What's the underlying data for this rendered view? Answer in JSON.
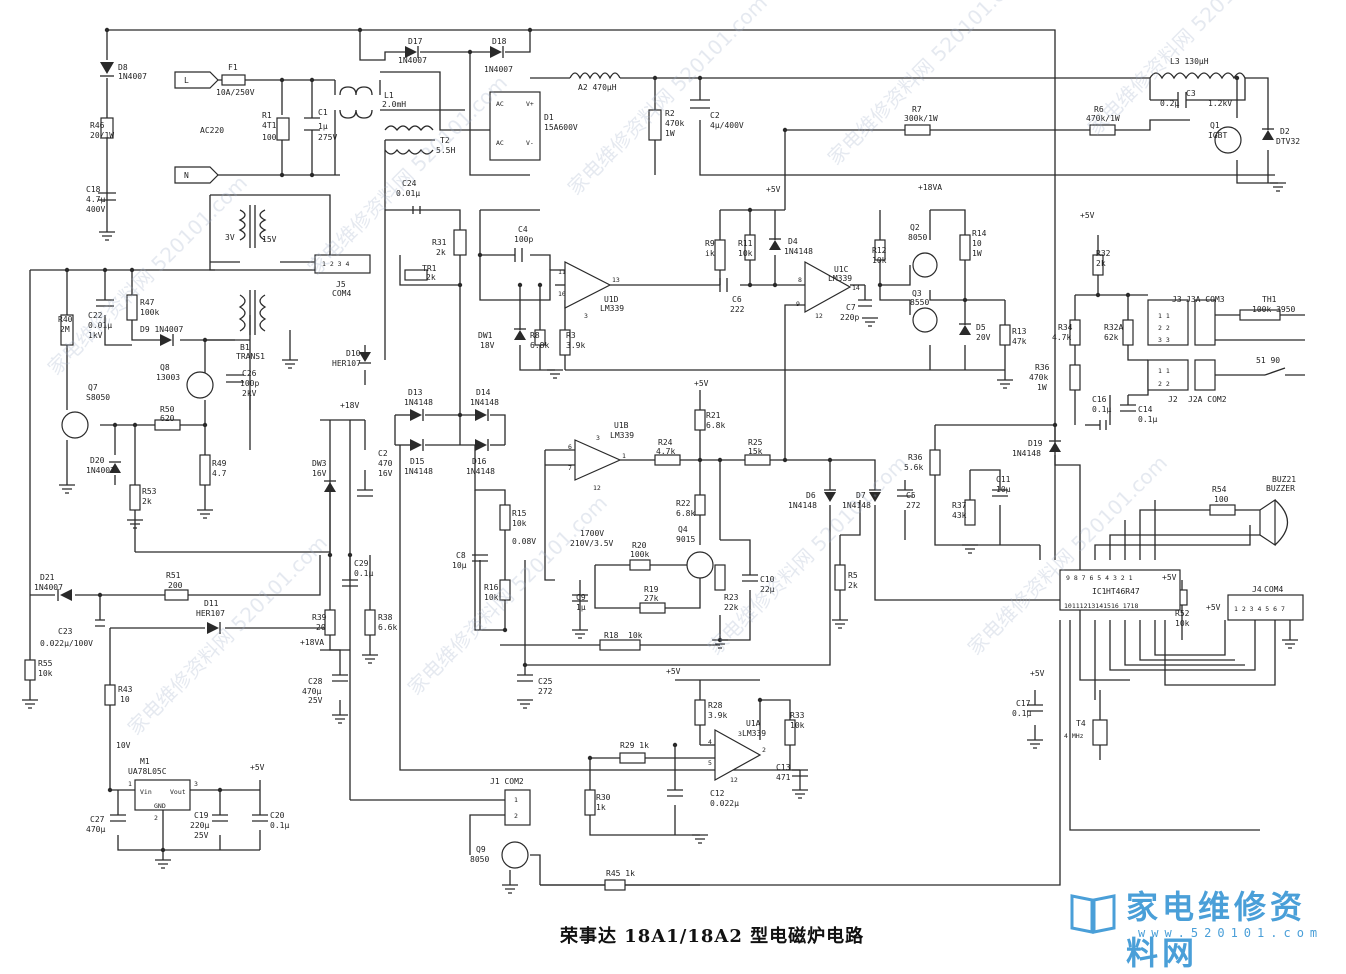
{
  "title": "荣事达 18A1/18A2 型电磁炉电路",
  "watermark": "家电维修资料网  520101.com",
  "logo": {
    "text": "家电维修资料网",
    "url": "www.520101.com"
  },
  "labels": {
    "D8": "D8",
    "D8v": "1N4007",
    "D17": "D17",
    "D17v": "1N4007",
    "D18": "D18",
    "D18v": "1N4007",
    "F1": "F1",
    "F1v": "10A/250V",
    "L": "L",
    "N": "N",
    "AC220": "AC220",
    "R1": "R1",
    "R1v": "4T1",
    "R1b": "100",
    "C1": "C1",
    "C1v": "1μ",
    "C1b": "275V",
    "L1": "L1",
    "L1v": "2.0mH",
    "T2": "T2",
    "T2v": "5.5H",
    "D1": "D1",
    "D1v": "15A600V",
    "A2": "A2 470μH",
    "R2": "R2",
    "R2v": "470k",
    "R2b": "1W",
    "C2": "C2",
    "C2v": "4μ/400V",
    "L3": "L3 130μH",
    "C3": "C3",
    "C3v": "0.2μ",
    "C3b": "1.2kV",
    "R7": "R7",
    "R7v": "300k/1W",
    "R6": "R6",
    "R6v": "470k/1W",
    "Q1": "Q1",
    "Q1v": "IGBT",
    "D2": "D2",
    "D2v": "DTV32",
    "R46": "R46",
    "R46v": "20/1W",
    "C18": "C18",
    "C18v": "4.7μ",
    "C18b": "400V",
    "C24": "C24",
    "C24v": "0.01μ",
    "R31": "R31",
    "R31v": "2k",
    "TR1": "TR1",
    "TR1v": "2k",
    "v3": "3V",
    "v15": "15V",
    "J5": "J5",
    "J5v": "COM4",
    "B1": "B1",
    "B1v": "TRANS1",
    "C4": "C4",
    "C4v": "100p",
    "R9": "R9",
    "R9v": "ik",
    "R11": "R11",
    "R11v": "10k",
    "D4": "D4",
    "D4v": "1N4148",
    "p5v": "+5V",
    "p18va": "+18VA",
    "R12": "R12",
    "R12v": "10k",
    "Q2": "Q2",
    "Q2v": "8050",
    "Q3": "Q3",
    "Q3v": "8550",
    "R14": "R14",
    "R14v": "10",
    "R14b": "1W",
    "D5": "D5",
    "D5v": "20V",
    "R13": "R13",
    "R13v": "47k",
    "U1D": "U1D",
    "U1Dv": "LM339",
    "U1C": "U1C",
    "U1Cv": "LM339",
    "C6": "C6",
    "C6v": "222",
    "C7": "C7",
    "C7v": "220p",
    "R32": "R32",
    "R32v": "2k",
    "J3": "J3",
    "J3A": "J3A COM3",
    "TH1": "TH1",
    "TH1v": "100k 3950",
    "R34": "R34",
    "R34v": "4.7k",
    "R32A": "R32A",
    "R32Av": "62k",
    "J2": "J2",
    "J2A": "J2A COM2",
    "n5190": "51 90",
    "R40": "R40",
    "R40v": "2M",
    "C22": "C22",
    "C22v": "0.01μ",
    "C22b": "1kV",
    "R47": "R47",
    "R47v": "100k",
    "D9": "D9 1N4007",
    "Q8": "Q8",
    "Q8v": "13003",
    "C26": "C26",
    "C26v": "100p",
    "C26b": "2kV",
    "D10": "D10",
    "D10v": "HER107",
    "DW1": "DW1",
    "DW1v": "18V",
    "R8": "R8",
    "R8v": "6.8k",
    "R3": "R3",
    "R3v": "3.9k",
    "R36b": "R36",
    "R36bv": "470k",
    "R36bb": "1W",
    "C16": "C16",
    "C16v": "0.1μ",
    "C14": "C14",
    "C14v": "0.1μ",
    "Q7": "Q7",
    "Q7v": "S8050",
    "R50": "R50",
    "R50v": "620",
    "p18v": "+18V",
    "D13": "D13",
    "D13v": "1N4148",
    "D14": "D14",
    "D14v": "1N4148",
    "D15": "D15",
    "D15v": "1N4148",
    "D16": "D16",
    "D16v": "1N4148",
    "U1B": "U1B",
    "U1Bv": "LM339",
    "R21": "R21",
    "R21v": "6.8k",
    "R24": "R24",
    "R24v": "4.7k",
    "R25": "R25",
    "R25v": "15k",
    "D19": "D19",
    "D19v": "1N4148",
    "R36": "R36",
    "R36v": "5.6k",
    "C11": "C11",
    "C11v": "10μ",
    "D20": "D20",
    "D20v": "1N4007",
    "R49": "R49",
    "R49v": "4.7",
    "R53": "R53",
    "R53v": "2k",
    "DW3": "DW3",
    "DW3v": "16V",
    "C2b": "C2",
    "C2bv": "470",
    "C2bb": "16V",
    "R15": "R15",
    "R15v": "10k",
    "v008": "0.08V",
    "D6": "D6",
    "D6v": "1N4148",
    "D7": "D7",
    "D7v": "1N4148",
    "C5": "C5",
    "C5v": "272",
    "R37": "R37",
    "R37v": "43k",
    "R54": "R54",
    "R54v": "100",
    "BUZ": "BUZ21",
    "BUZv": "BUZZER",
    "R22": "R22",
    "R22v": "6.8k",
    "Q4": "Q4",
    "Q4v": "9015",
    "v1700": "1700V",
    "v210": "210V/3.5V",
    "C8": "C8",
    "C8v": "10μ",
    "R20": "R20",
    "R20v": "100k",
    "R19": "R19",
    "R19v": "27k",
    "C9": "C9",
    "C9v": "1μ",
    "R23": "R23",
    "R23v": "22k",
    "C10": "C10",
    "C10v": "22μ",
    "R5": "R5",
    "R5v": "2k",
    "R16": "R16",
    "R16v": "10k",
    "IC1": "IC1",
    "IC1v": "HT46R47",
    "icTop": "9 8 7 6 5 4 3 2 1",
    "icBot": "10111213141516 1718",
    "J4": "J4",
    "J4v": "COM4",
    "J4p": "1 2 3 4 5 6 7",
    "R52": "R52",
    "R52v": "10k",
    "D21": "D21",
    "D21v": "1N4007",
    "R51": "R51",
    "R51v": "200",
    "C29": "C29",
    "C29v": "0.1μ",
    "C23": "C23",
    "C23v": "0.022μ/100V",
    "D11": "D11",
    "D11v": "HER107",
    "R39": "R39",
    "R39v": "20",
    "R38": "R38",
    "R38v": "6.6k",
    "R18": "R18",
    "R18v": "10k",
    "R55": "R55",
    "R55v": "10k",
    "C25": "C25",
    "C25v": "272",
    "C28": "C28",
    "C28v": "470μ",
    "C28b": "25V",
    "R43": "R43",
    "R43v": "10",
    "R28": "R28",
    "R28v": "3.9k",
    "R33": "R33",
    "R33v": "10k",
    "C17": "C17",
    "C17v": "0.1μ",
    "T4": "T4",
    "T4v": "4 MHz",
    "v10": "10V",
    "U1A": "U1A",
    "U1Av": "LM339",
    "R29": "R29 1k",
    "C13": "C13",
    "C13v": "471",
    "M1": "M1",
    "M1v": "UA78L05C",
    "Vin": "Vin",
    "Vout": "Vout",
    "GND": "GND",
    "J1": "J1 COM2",
    "R30": "R30",
    "R30v": "1k",
    "C12": "C12",
    "C12v": "0.022μ",
    "C27": "C27",
    "C27v": "470μ",
    "C19": "C19",
    "C19v": "220μ",
    "C19b": "25V",
    "C20": "C20",
    "C20v": "0.1μ",
    "Q9": "Q9",
    "Q9v": "8050",
    "R45": "R45 1k"
  }
}
